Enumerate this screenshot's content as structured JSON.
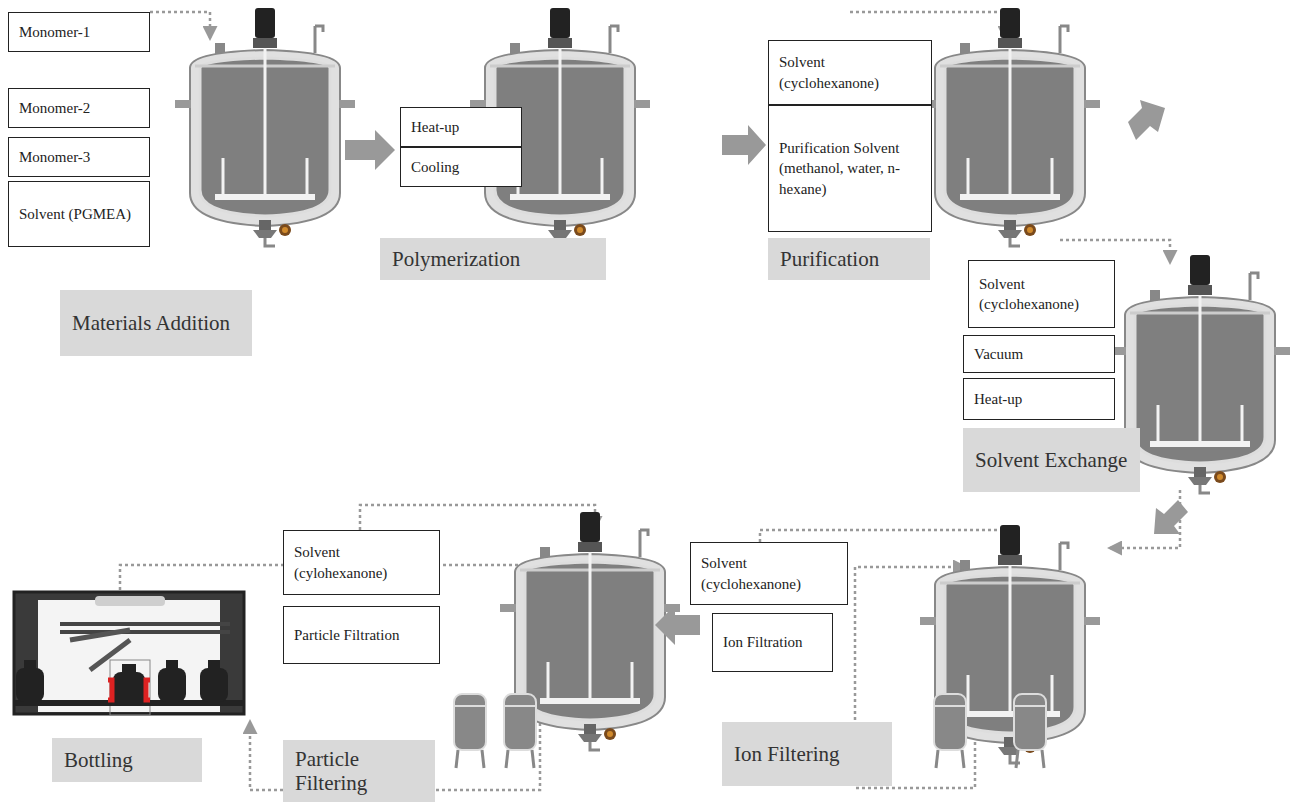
{
  "diagram": {
    "nodes": [
      {
        "text": [
          "Monomer-1"
        ]
      },
      {
        "text": [
          "Monomer-2"
        ]
      },
      {
        "text": [
          "Monomer-3"
        ]
      },
      {
        "text": [
          "Solvent (PGMEA)"
        ]
      },
      {
        "text": [
          "Materials Addition"
        ]
      },
      {
        "text": [
          "Heat-up"
        ]
      },
      {
        "text": [
          "Cooling"
        ]
      },
      {
        "text": [
          "Polymerization"
        ]
      },
      {
        "text": [
          "Solvent (cyclohexanone)"
        ]
      },
      {
        "text": [
          "Purification Solvent (methanol, water, n-hexane)"
        ]
      },
      {
        "text": [
          "Purification"
        ]
      },
      {
        "text": [
          "Solvent (cyclohexanone)"
        ]
      },
      {
        "text": [
          "Vacuum"
        ]
      },
      {
        "text": [
          "Heat-up"
        ]
      },
      {
        "text": [
          "Solvent Exchange"
        ]
      },
      {
        "text": [
          "Bottling"
        ]
      },
      {
        "text": [
          "Solvent (cylohexanone)"
        ]
      },
      {
        "text": [
          "Particle Filtration"
        ]
      },
      {
        "text": [
          "Particle Filtering"
        ]
      },
      {
        "text": [
          "Solvent (cyclohexanone)"
        ]
      },
      {
        "text": [
          "Ion Filtration"
        ]
      },
      {
        "text": [
          "Ion Filtering"
        ]
      }
    ]
  }
}
